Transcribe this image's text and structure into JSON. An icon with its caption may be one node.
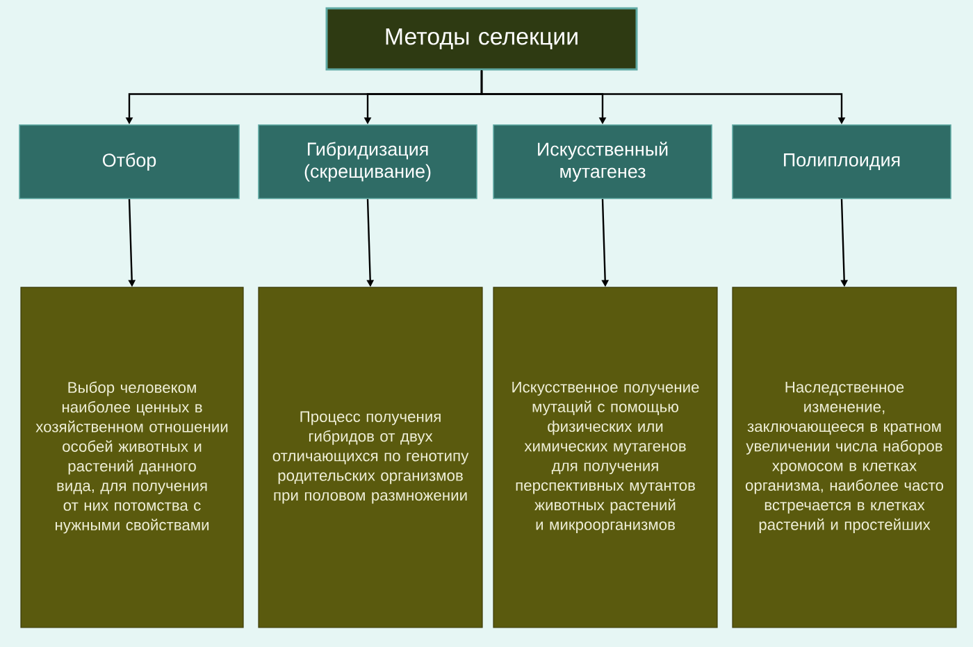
{
  "diagram": {
    "nodes": [
      {
        "text": [
          "Методы селекции"
        ]
      },
      {
        "text": [
          "Отбор"
        ]
      },
      {
        "text": [
          "Гибридизация (скрещивание)"
        ]
      },
      {
        "text": [
          "Искусственный мутагенез"
        ]
      },
      {
        "text": [
          "Полиплоидия"
        ]
      },
      {
        "text": [
          "Выбор человеком наиболее ценных в хозяйственном отношении особей животных и растений данного вида, для получения от них потомства с нужными свойствами"
        ]
      },
      {
        "text": [
          "Процесс получения гибридов от двух отличающихся по генотипу родительских организмов при половом размножении"
        ]
      },
      {
        "text": [
          "Искусственное получение мутаций с помощью физических или химических мутагенов для получения перспективных мутантов животных растений и микроорганизмов"
        ]
      },
      {
        "text": [
          "Наследственное изменение, заключающееся в кратном увеличении числа наборов хромосом в клетках организма, наиболее часто встречается в клетках растений и простейших"
        ]
      }
    ],
    "edges": [
      {
        "from": 0,
        "to": 1,
        "arrow": "to"
      },
      {
        "from": 0,
        "to": 2,
        "arrow": "to"
      },
      {
        "from": 0,
        "to": 3,
        "arrow": "to"
      },
      {
        "from": 0,
        "to": 4,
        "arrow": "to"
      },
      {
        "from": 1,
        "to": 5,
        "arrow": "to"
      },
      {
        "from": 2,
        "to": 6,
        "arrow": "to"
      },
      {
        "from": 3,
        "to": 7,
        "arrow": "to"
      },
      {
        "from": 4,
        "to": 8,
        "arrow": "to"
      }
    ]
  }
}
